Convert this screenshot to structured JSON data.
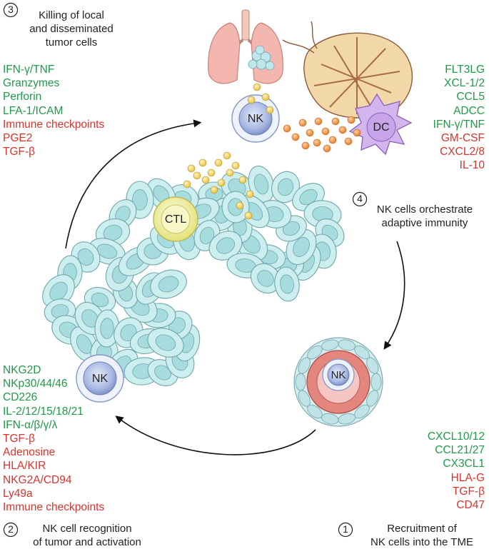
{
  "steps": {
    "s3": {
      "num": "3",
      "title_line1": "Killing of local",
      "title_line2": "and disseminated",
      "title_line3": "tumor cells"
    },
    "s4": {
      "num": "4",
      "title_line1": "NK cells orchestrate",
      "title_line2": "adaptive immunity"
    },
    "s2": {
      "num": "2",
      "title_line1": "NK cell recognition",
      "title_line2": "of tumor and activation"
    },
    "s1": {
      "num": "1",
      "title_line1": "Recruitment of",
      "title_line2": "NK cells into the TME"
    }
  },
  "lists": {
    "killing": [
      {
        "text": "IFN-γ/TNF",
        "color": "green"
      },
      {
        "text": "Granzymes",
        "color": "green"
      },
      {
        "text": "Perforin",
        "color": "green"
      },
      {
        "text": "LFA-1/ICAM",
        "color": "green"
      },
      {
        "text": "Immune checkpoints",
        "color": "red"
      },
      {
        "text": "PGE2",
        "color": "red"
      },
      {
        "text": "TGF-β",
        "color": "red"
      }
    ],
    "orchestrate": [
      {
        "text": "FLT3LG",
        "color": "green"
      },
      {
        "text": "XCL-1/2",
        "color": "green"
      },
      {
        "text": "CCL5",
        "color": "green"
      },
      {
        "text": "ADCC",
        "color": "green"
      },
      {
        "text": "IFN-γ/TNF",
        "color": "green"
      },
      {
        "text": "GM-CSF",
        "color": "red"
      },
      {
        "text": "CXCL2/8",
        "color": "red"
      },
      {
        "text": "IL-10",
        "color": "red"
      }
    ],
    "recognition": [
      {
        "text": "NKG2D",
        "color": "green"
      },
      {
        "text": "NKp30/44/46",
        "color": "green"
      },
      {
        "text": "CD226",
        "color": "green"
      },
      {
        "text": "IL-2/12/15/18/21",
        "color": "green"
      },
      {
        "text": "IFN-α/β/γ/λ",
        "color": "green"
      },
      {
        "text": "TGF-β",
        "color": "red"
      },
      {
        "text": "Adenosine",
        "color": "red"
      },
      {
        "text": "HLA/KIR",
        "color": "red"
      },
      {
        "text": "NKG2A/CD94",
        "color": "red"
      },
      {
        "text": "Ly49a",
        "color": "red"
      },
      {
        "text": "Immune checkpoints",
        "color": "red"
      }
    ],
    "recruitment": [
      {
        "text": "CXCL10/12",
        "color": "green"
      },
      {
        "text": "CCL21/27",
        "color": "green"
      },
      {
        "text": "CX3CL1",
        "color": "green"
      },
      {
        "text": "HLA-G",
        "color": "red"
      },
      {
        "text": "TGF-β",
        "color": "red"
      },
      {
        "text": "CD47",
        "color": "red"
      }
    ]
  },
  "cells": {
    "nk_top": "NK",
    "nk_left": "NK",
    "nk_vessel": "NK",
    "dc": "DC",
    "ctl": "CTL"
  },
  "colors": {
    "green": "#1f9a4a",
    "red": "#d8342c",
    "tumor_fill": "#cdeeee",
    "nk_fill": "#b9c8ea",
    "dc_fill": "#c9a6e6",
    "ctl_fill": "#f3f1a6",
    "cytokine_orange": "#f0913a",
    "cytokine_yellow": "#f2d35c"
  }
}
